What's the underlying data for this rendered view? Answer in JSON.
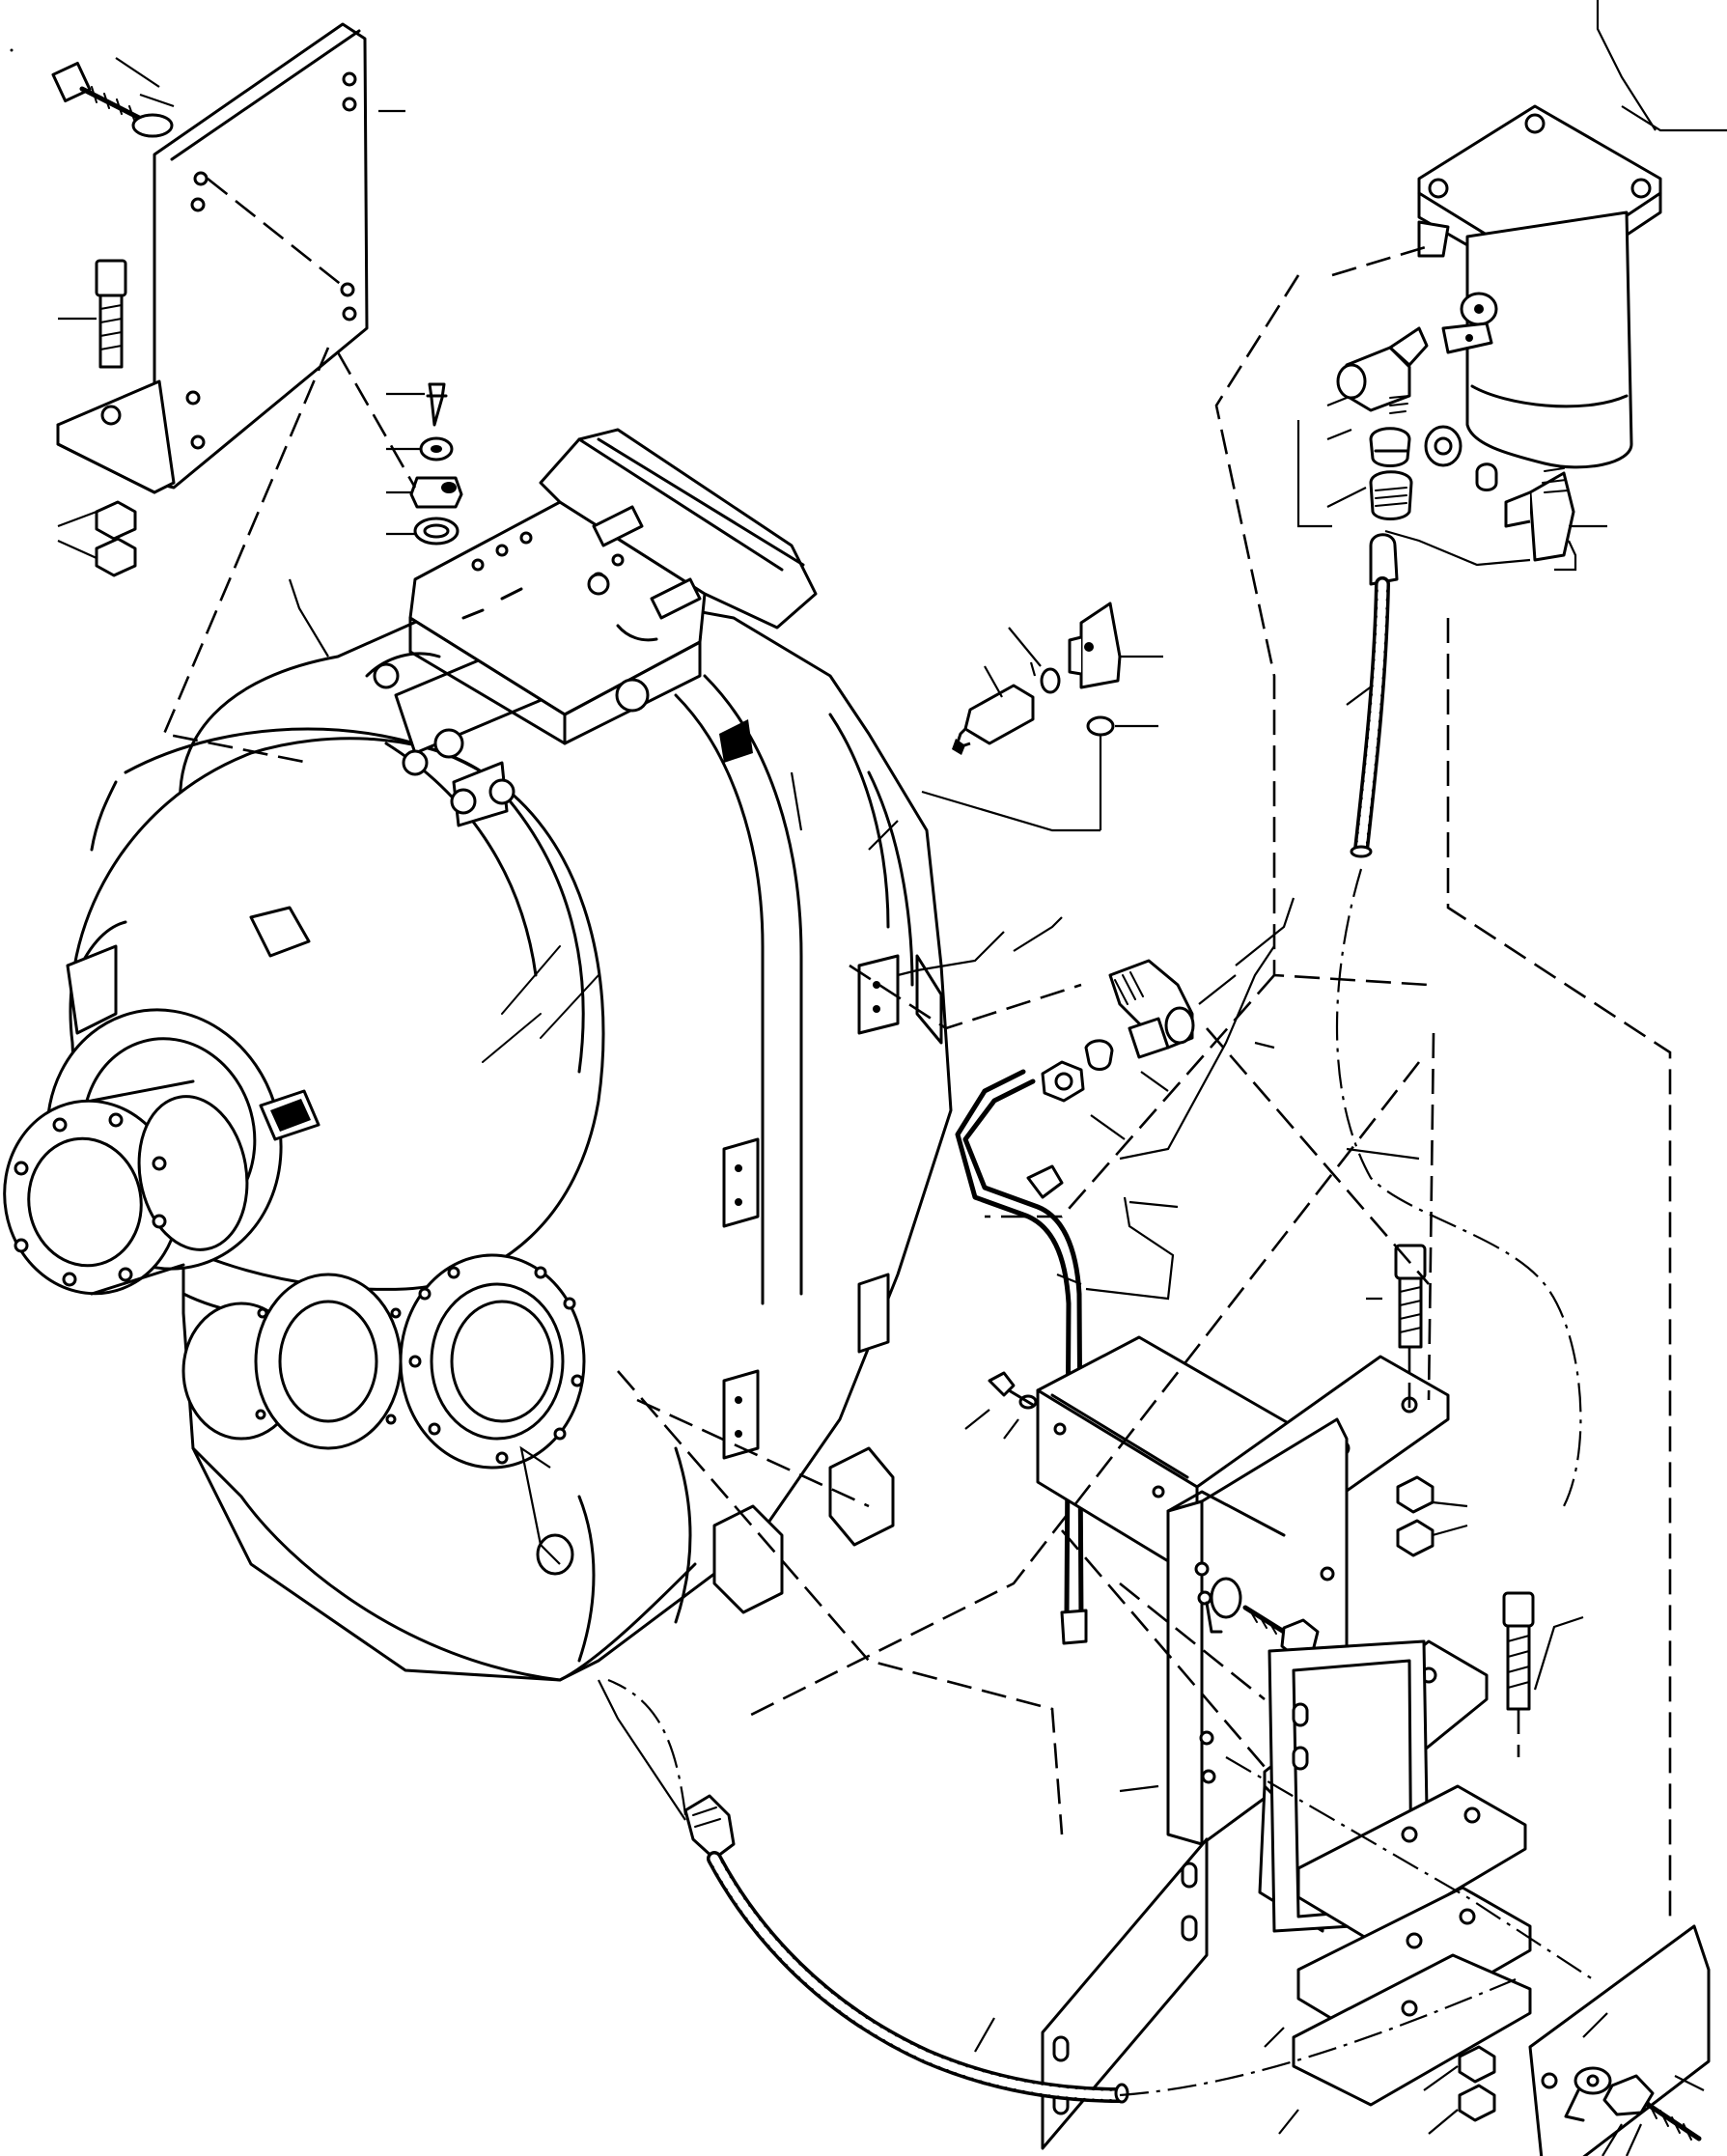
{
  "diagram": {
    "kind": "exploded-parts-view",
    "labels": []
  },
  "parts": [
    {
      "id": "upper-mounting-bracket",
      "icon": "bracket-icon"
    },
    {
      "id": "transmission-housing",
      "icon": "gearbox-icon"
    },
    {
      "id": "control-valve",
      "icon": "valve-icon"
    },
    {
      "id": "oil-filter",
      "icon": "filter-icon"
    },
    {
      "id": "breather-hose",
      "icon": "hose-icon"
    },
    {
      "id": "pressure-switch",
      "icon": "switch-icon"
    },
    {
      "id": "elbow-fitting",
      "icon": "fitting-icon"
    },
    {
      "id": "oil-tube",
      "icon": "tube-icon"
    },
    {
      "id": "lower-mounting-bracket",
      "icon": "bracket-icon"
    },
    {
      "id": "mounting-pad-assembly",
      "icon": "pad-icon"
    },
    {
      "id": "drain-hose",
      "icon": "hose-icon"
    },
    {
      "id": "bolts-nuts-washers",
      "icon": "fastener-icon"
    }
  ]
}
